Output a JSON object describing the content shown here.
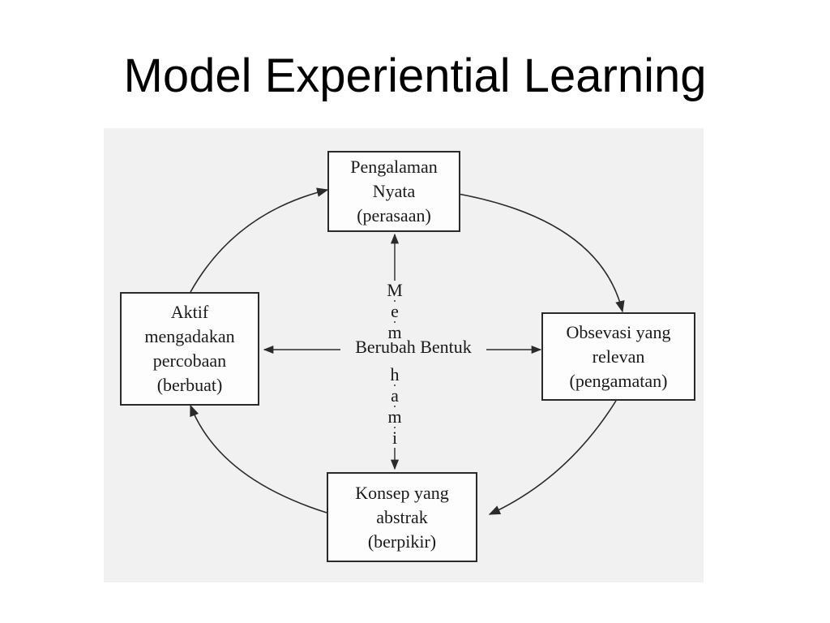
{
  "slide": {
    "title": "Model Experiential Learning"
  },
  "diagram": {
    "nodes": {
      "top": {
        "lines": [
          "Pengalaman",
          "Nyata",
          "(perasaan)"
        ]
      },
      "right": {
        "lines": [
          "Obsevasi yang",
          "relevan",
          "(pengamatan)"
        ]
      },
      "bottom": {
        "lines": [
          "Konsep yang",
          "abstrak",
          "(berpikir)"
        ]
      },
      "left": {
        "lines": [
          "Aktif",
          "mengadakan",
          "percobaan",
          "(berbuat)"
        ]
      }
    },
    "center": {
      "horizontal_label": "Berubah Bentuk",
      "vertical_letters": [
        "M",
        "e",
        "m",
        "h",
        "a",
        "m",
        "i"
      ]
    }
  }
}
